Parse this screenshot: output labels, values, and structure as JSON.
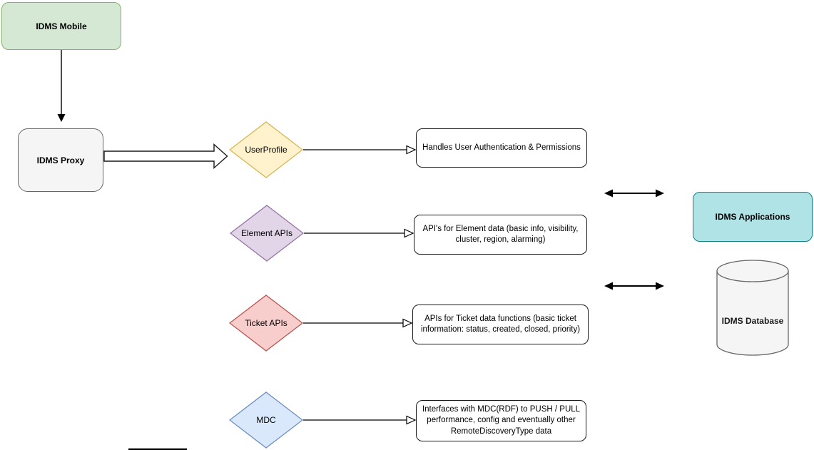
{
  "diagram": {
    "idms_mobile": {
      "label": "IDMS Mobile"
    },
    "idms_proxy": {
      "label": "IDMS Proxy"
    },
    "idms_applications": {
      "label": "IDMS Applications"
    },
    "idms_database": {
      "label": "IDMS Database"
    },
    "api_rows": [
      {
        "name": "UserProfile",
        "description": "Handles User Authentication & Permissions",
        "fill": "#fff2cc",
        "stroke": "#d6b656"
      },
      {
        "name": "Element APIs",
        "description": "API's for Element data (basic info, visibility, cluster, region, alarming)",
        "fill": "#e1d5e7",
        "stroke": "#9673a6"
      },
      {
        "name": "Ticket APIs",
        "description": "APIs for Ticket data functions (basic ticket information: status, created, closed, priority)",
        "fill": "#f8cecc",
        "stroke": "#b85450"
      },
      {
        "name": "MDC",
        "description": "Interfaces with MDC(RDF) to PUSH / PULL performance, config and eventually other RemoteDiscoveryType data",
        "fill": "#dae8fc",
        "stroke": "#6c8ebf"
      }
    ],
    "colors": {
      "mobile_fill": "#d5e8d4",
      "mobile_stroke": "#82b366",
      "proxy_fill": "#f5f5f5",
      "proxy_stroke": "#666666",
      "applications_fill": "#b0e3e6",
      "applications_stroke": "#0e8088",
      "database_fill": "#f5f5f5",
      "database_stroke": "#666666",
      "connector": "#000000"
    }
  }
}
